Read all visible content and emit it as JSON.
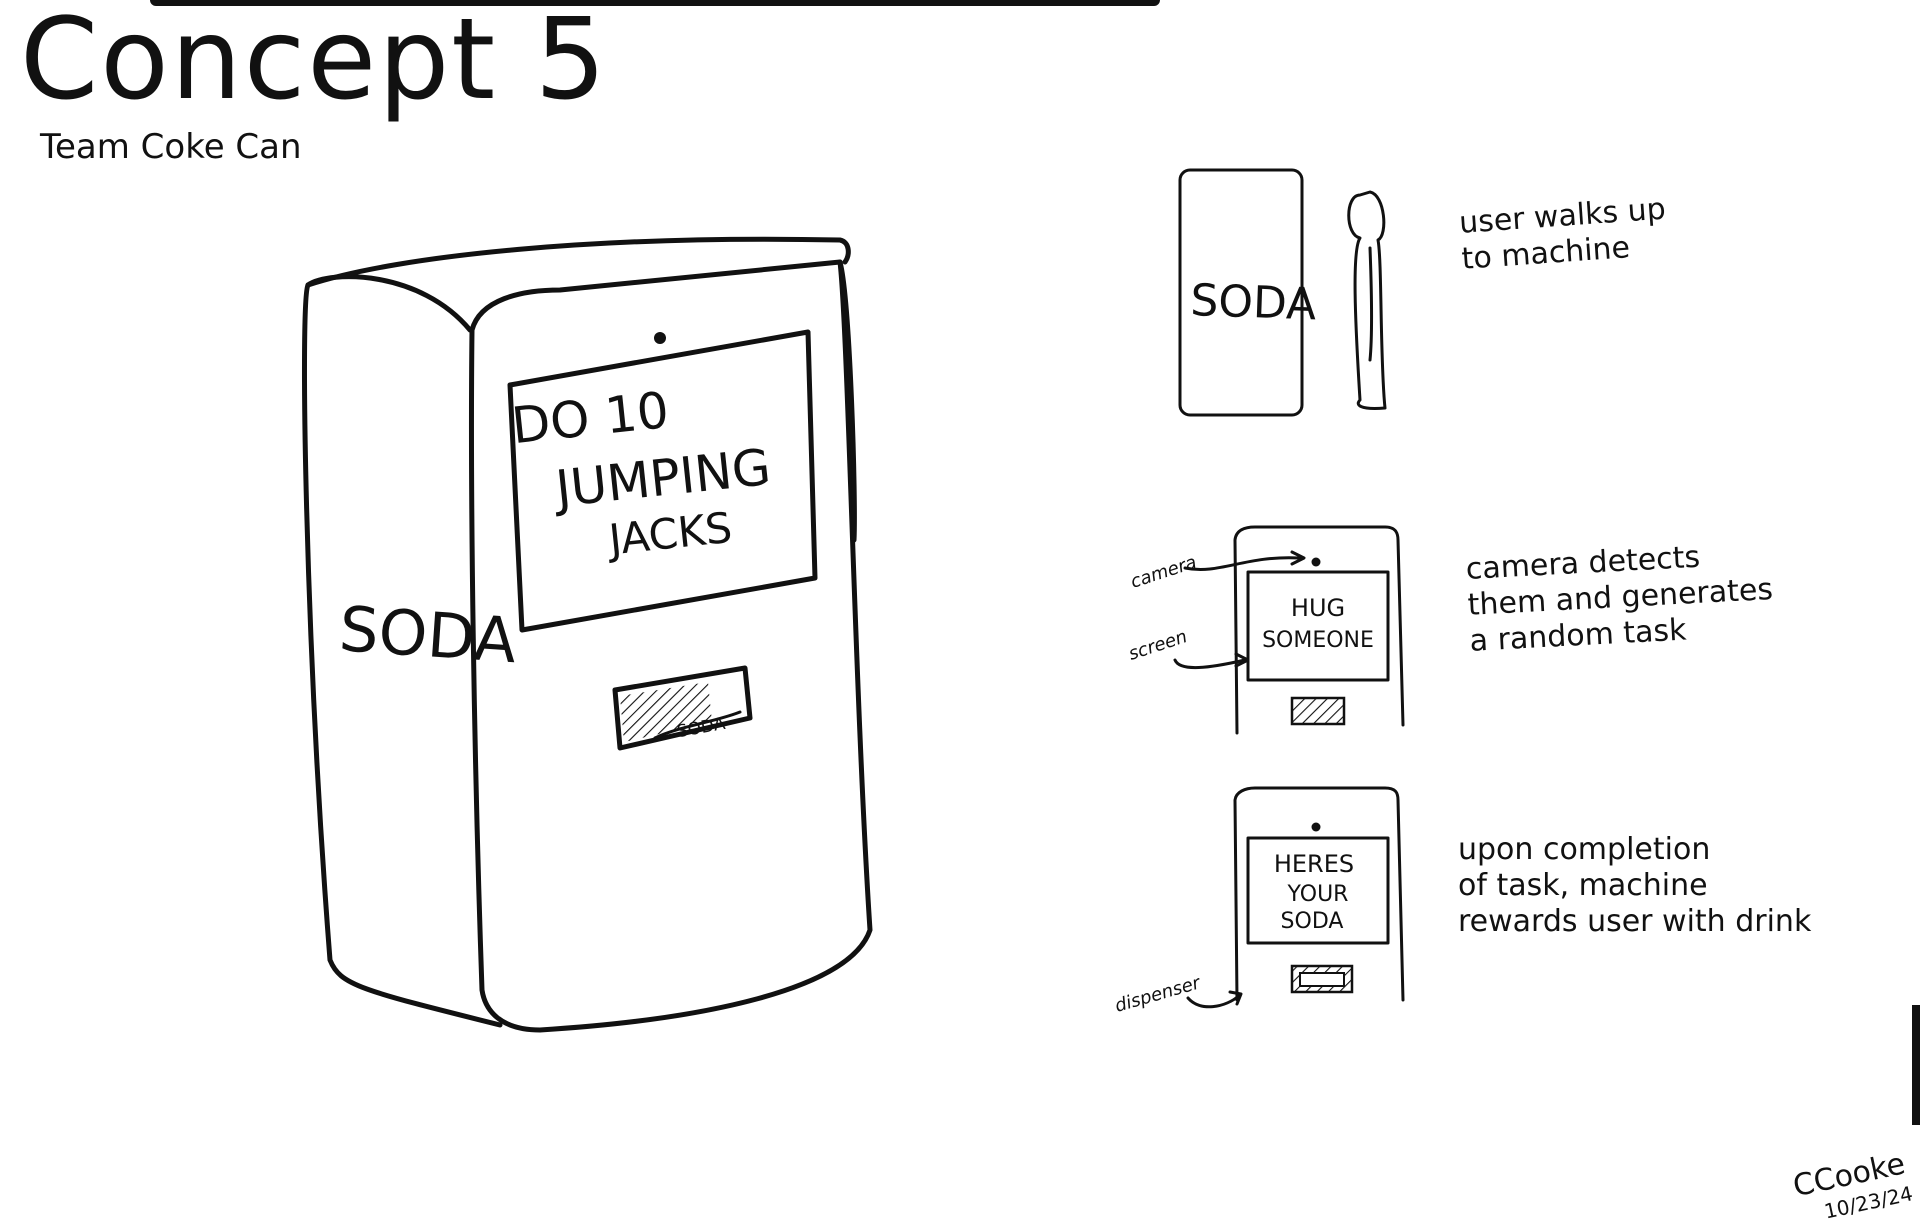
{
  "header": {
    "title": "Concept 5",
    "subtitle": "Team Coke Can"
  },
  "main_sketch": {
    "side_label": "SODA",
    "screen_lines": [
      "DO 10",
      "JUMPING",
      "JACKS"
    ],
    "tray_label": "SODA"
  },
  "steps": [
    {
      "machine_label": "SODA",
      "caption": "user walks up\nto machine"
    },
    {
      "screen_lines": [
        "HUG",
        "SOMEONE"
      ],
      "labels": {
        "camera": "camera",
        "screen": "screen"
      },
      "caption": "camera detects\nthem and generates\na random task"
    },
    {
      "screen_lines": [
        "HERES",
        "YOUR",
        "SODA"
      ],
      "labels": {
        "dispenser": "dispenser"
      },
      "caption": "upon completion\nof task, machine\nrewards user with drink"
    }
  ],
  "signature": {
    "name": "CCooke",
    "date": "10/23/24"
  }
}
